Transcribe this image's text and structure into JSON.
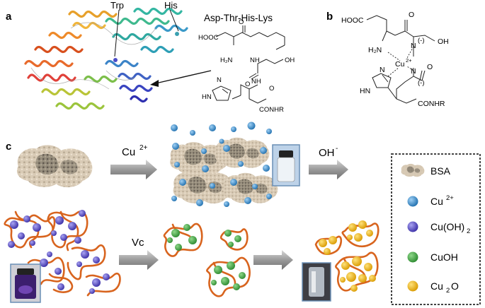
{
  "panels": {
    "a": {
      "letter": "a",
      "label_trp": "Trp",
      "label_his": "His",
      "peptide_title": "Asp-Thr-His-Lys",
      "chem_labels": {
        "cooh": "HOOC",
        "nh2": "H₂N",
        "nh_a": "NH",
        "oh": "OH",
        "o_a": "O",
        "o_b": "O",
        "hn_ring": "HN",
        "n_ring": "N",
        "nh_b": "NH",
        "o_c": "O",
        "conhr": "CONHR"
      }
    },
    "b": {
      "letter": "b",
      "chem_labels": {
        "cooh": "HOOC",
        "o_top": "O",
        "nh2": "H₂N",
        "n_minus_1": "N",
        "minus_1": "(-)",
        "oh": "OH",
        "cu": "Cu",
        "cu_charge": "2+",
        "o_mid": "O",
        "n_minus_2": "N",
        "minus_2": "(-)",
        "hn_ring": "HN",
        "n_ring": "N",
        "conhr": "CONHR"
      }
    },
    "c": {
      "letter": "c",
      "step1_reagent": "Cu",
      "step1_charge": "2+",
      "step2_reagent": "OH",
      "step2_charge": "-",
      "step3_reagent": "Vc"
    }
  },
  "legend": {
    "items": [
      {
        "key": "bsa",
        "label": "BSA",
        "sub": "",
        "sup": ""
      },
      {
        "key": "cu2",
        "label": "Cu",
        "sub": "",
        "sup": "2+",
        "color": "#2e7fc1"
      },
      {
        "key": "cuoh2",
        "label": "Cu(OH)",
        "sub": "2",
        "sup": "",
        "color": "#4b3fb8"
      },
      {
        "key": "cuoh",
        "label": "CuOH",
        "sub": "",
        "sup": "",
        "color": "#3a9a3c"
      },
      {
        "key": "cu2o",
        "label": "Cu",
        "sub": "2",
        "sup": "O",
        "color": "#e8b010"
      }
    ]
  },
  "colors": {
    "chain": "#d8641e",
    "bsa_light": "#d9cbb6",
    "bsa_dark": "#6b6358",
    "arrow": "#9a9a9a",
    "legend_border": "#444444"
  }
}
